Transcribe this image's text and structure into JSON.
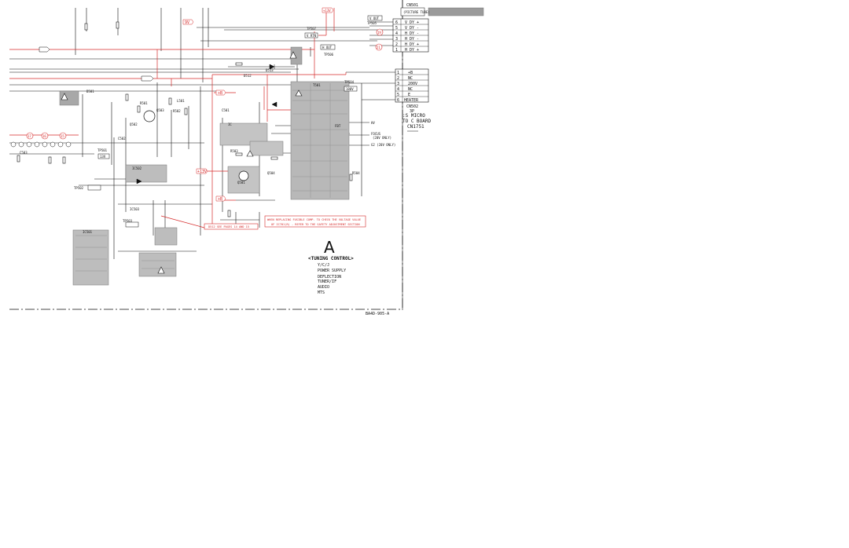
{
  "page_id": "BA4D-905-A",
  "board_letter": "A",
  "top_connector": {
    "ref": "CN501",
    "note": "(PICTURE TUBE)"
  },
  "dy_connector": {
    "pins": [
      {
        "num": "6",
        "label": "V DY +"
      },
      {
        "num": "5",
        "label": "V DY -"
      },
      {
        "num": "4",
        "label": "H DY -"
      },
      {
        "num": "3",
        "label": "H DY -"
      },
      {
        "num": "2",
        "label": "H DY +"
      },
      {
        "num": "1",
        "label": "H DY +"
      }
    ]
  },
  "c_board_connector": {
    "pins": [
      {
        "num": "1",
        "label": "+B"
      },
      {
        "num": "2",
        "label": "NC"
      },
      {
        "num": "3",
        "label": "200V"
      },
      {
        "num": "4",
        "label": "NC"
      },
      {
        "num": "5",
        "label": "E"
      },
      {
        "num": "6",
        "label": "HEATER"
      }
    ],
    "ref": "CN502",
    "mark": "3P",
    "wire": ":S MICRO",
    "dest": "TO C BOARD",
    "dest_ref": "CN1751"
  },
  "net_labels": {
    "plus_b_1": "+B",
    "plus_b_2": "+B",
    "plus_13v": "+13V",
    "v_out": "V OUT",
    "h_out": "H OUT",
    "v_rtn": "V RTN",
    "b9v": "9V",
    "l_18v": "+13V",
    "v180": "180V",
    "h_v": "HV",
    "focus": "FOCUS",
    "focus_note": "(20V ONLY)",
    "g2": "G2 (20V ONLY)",
    "s13v": "13V"
  },
  "test_points": {
    "tp507": "TP507",
    "tp506": "TP506",
    "tp505": "TP505",
    "tp504": "TP504",
    "tp501": "TP501",
    "tp502": "TP502",
    "tp503": "TP503"
  },
  "circle_refs": [
    "19",
    "21",
    "17",
    "16",
    "15"
  ],
  "components": {
    "q503": "Q503",
    "q501": "Q501",
    "q502": "Q502",
    "q504": "Q504",
    "d512": "D512",
    "d513": "D513",
    "d501": "D501",
    "ic501": "IC501",
    "t501": "T501",
    "ic502": "IC502",
    "ic503": "IC503",
    "r501": "R501",
    "r502": "R502",
    "r503": "R503",
    "r504": "R504",
    "c501": "C501",
    "c502": "C502",
    "c503": "C503",
    "l501": "L501",
    "fbt": "FBT",
    "ic_part": "IC"
  },
  "notes": {
    "warning_line1": "WHEN REPLACING FUSIBLE COMP. TO CHECK THE VOLTAGE VALUE",
    "warning_line2": "OF IC701(R) - REFER TO THE SAFETY ADJUSTMENT SECTION",
    "see_pages": "D512 SEE PAGES 14 AND 15"
  },
  "legend": {
    "title": "<TUNING CONTROL>",
    "items": [
      "Y/C/J",
      "POWER SUPPLY",
      "DEFLECTION",
      "TUNER/IF",
      "AUDIO",
      "MTS"
    ]
  },
  "colors": {
    "line": "#111111",
    "red": "#d62a2a",
    "gray_block": "#9a9a9a",
    "light_gray": "#c8c8c8"
  }
}
